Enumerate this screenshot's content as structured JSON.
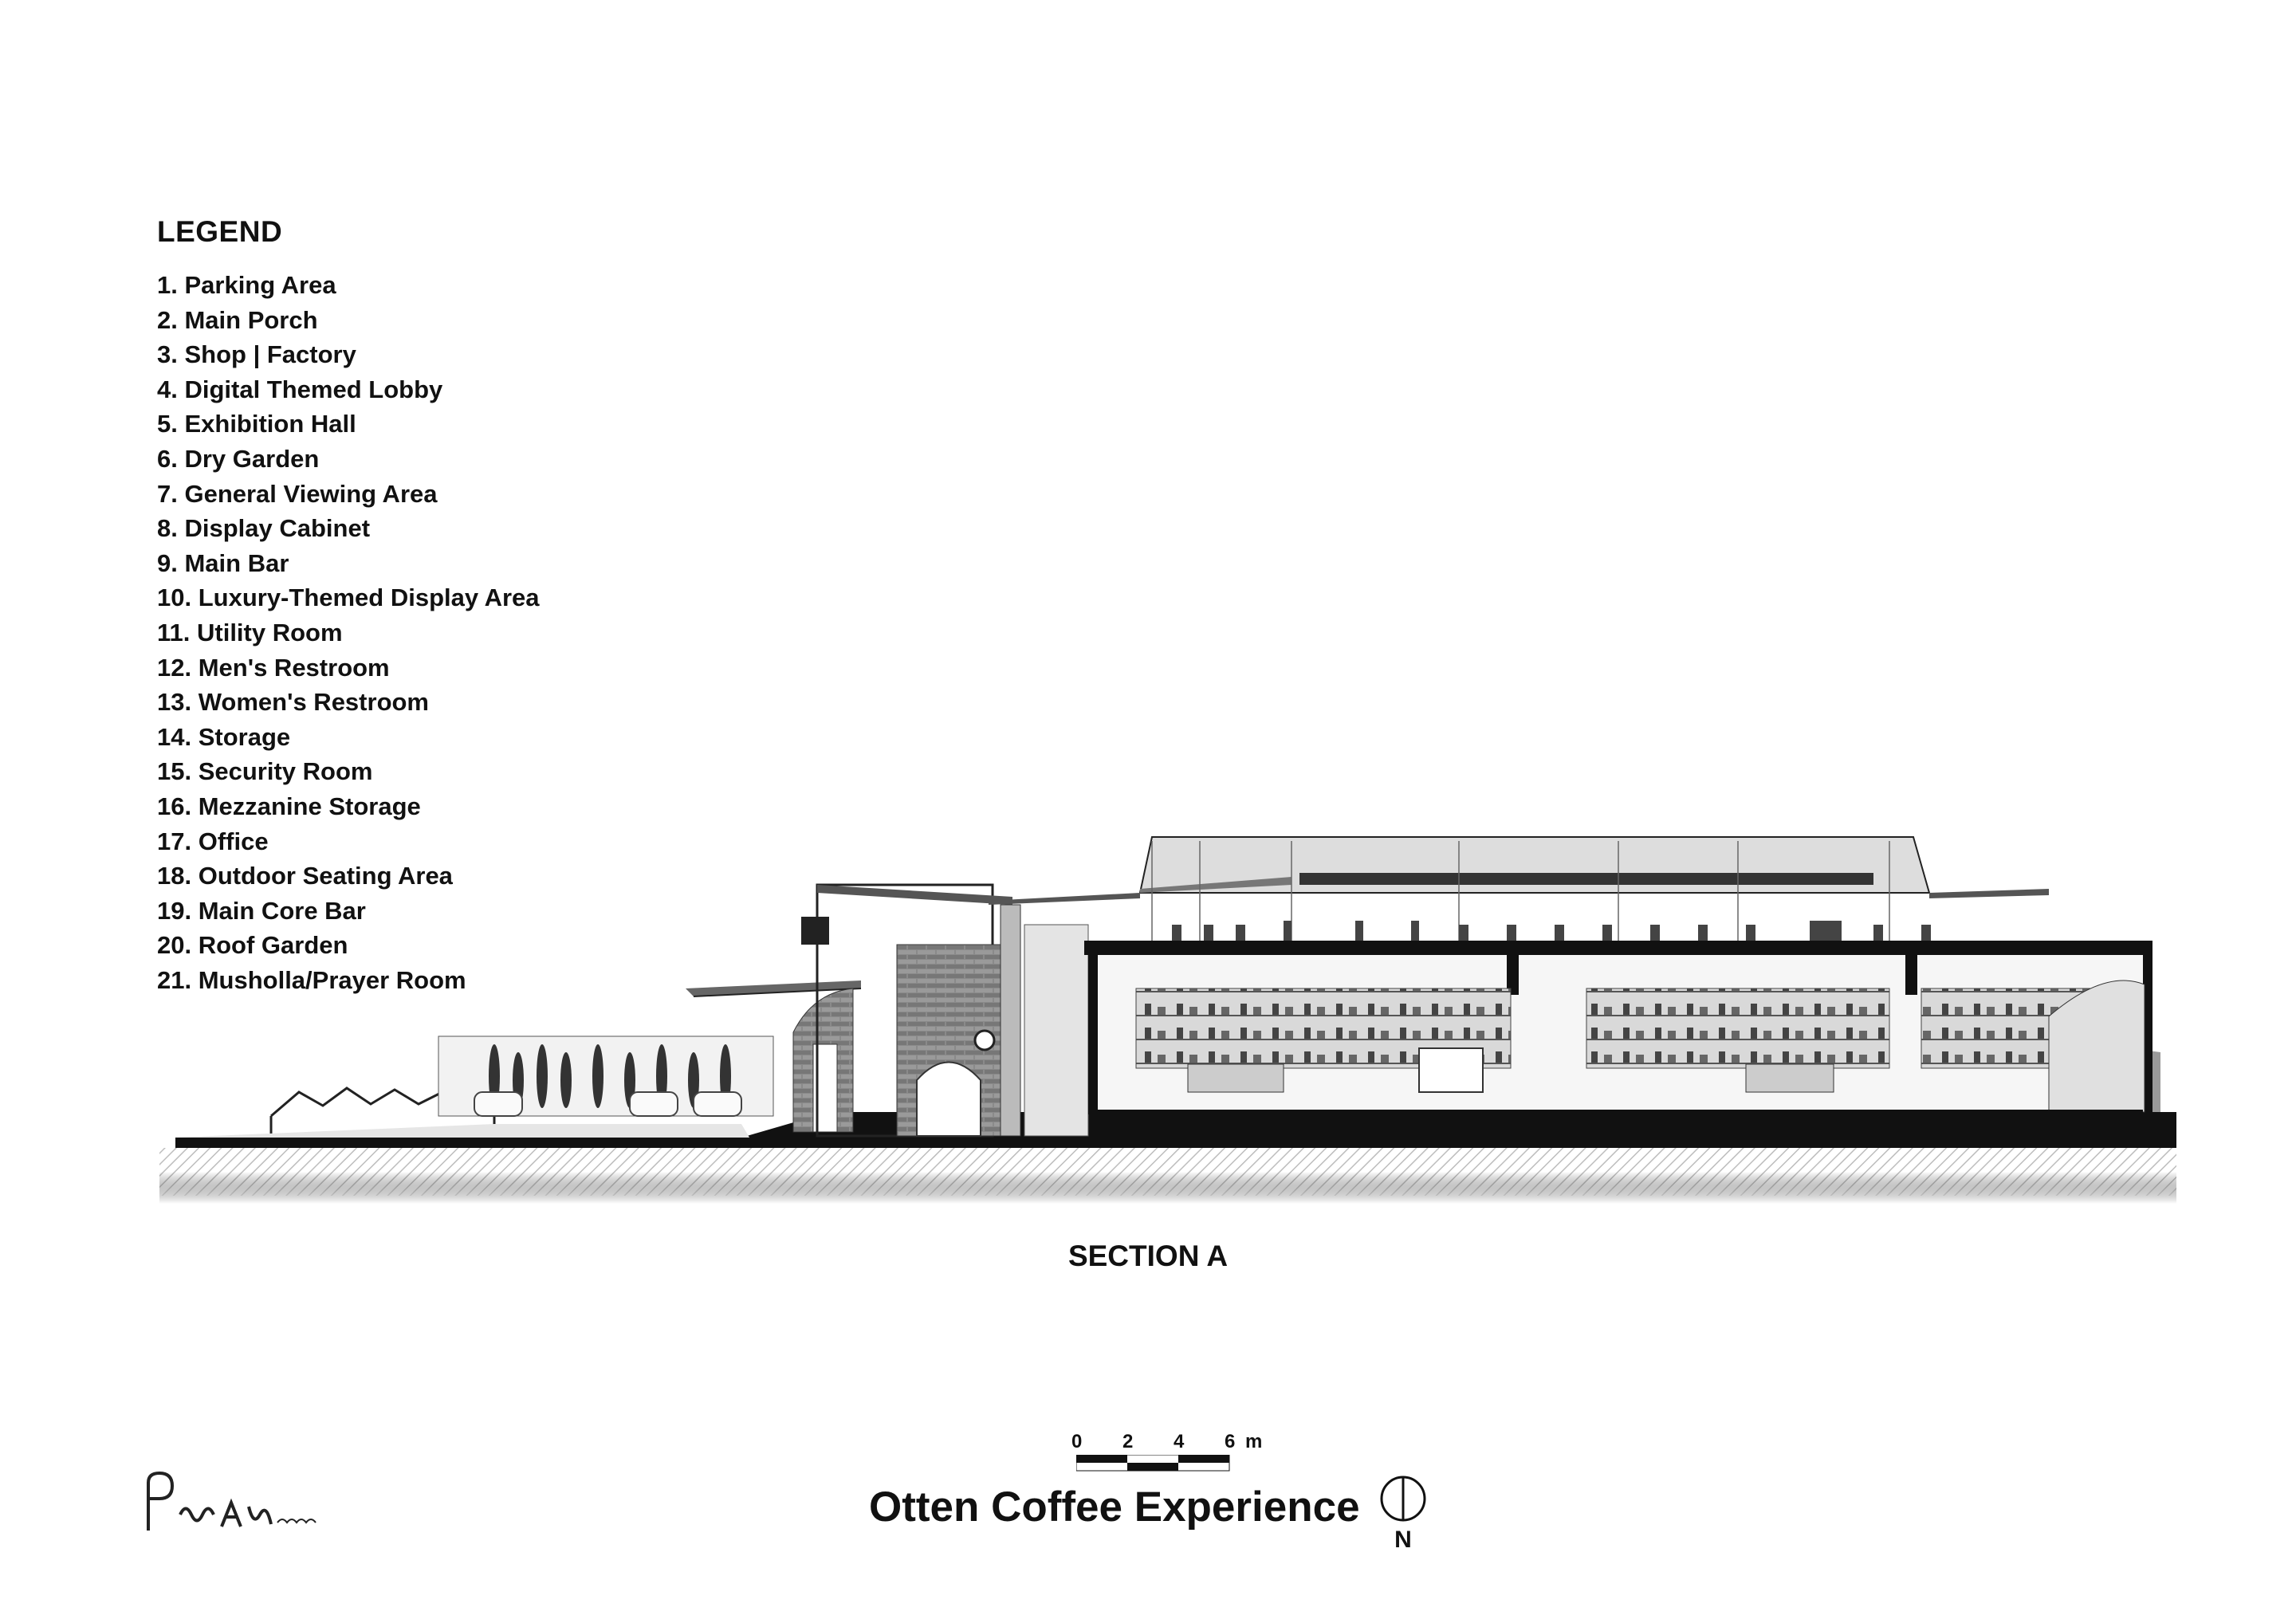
{
  "legend": {
    "title": "LEGEND",
    "items": [
      "1. Parking Area",
      "2. Main Porch",
      "3. Shop | Factory",
      "4. Digital Themed Lobby",
      "5. Exhibition Hall",
      "6. Dry Garden",
      "7. General Viewing Area",
      "8. Display Cabinet",
      "9. Main Bar",
      "10. Luxury-Themed Display Area",
      "11. Utility Room",
      "12. Men's Restroom",
      "13. Women's Restroom",
      "14. Storage",
      "15. Security Room",
      "16. Mezzanine Storage",
      "17. Office",
      "18. Outdoor Seating Area",
      "19. Main Core Bar",
      "20. Roof Garden",
      "21. Musholla/Prayer Room"
    ]
  },
  "section_label": "SECTION A",
  "scale": {
    "ticks": [
      "0",
      "2",
      "4",
      "6"
    ],
    "unit": "m"
  },
  "project_title": "Otten Coffee Experience",
  "north_label": "N",
  "colors": {
    "ink": "#111111",
    "ground_hatch": "#bdbdbd",
    "shadow": "#9a9a9a",
    "wall": "#6e6e6e"
  }
}
